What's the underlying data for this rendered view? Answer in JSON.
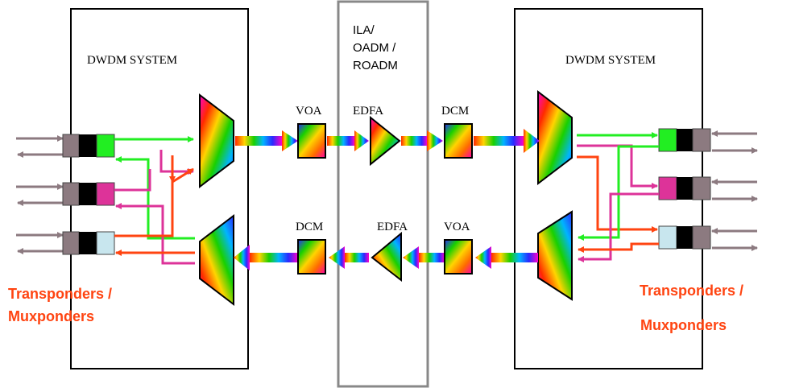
{
  "left_system": {
    "label": "DWDM SYSTEM",
    "caption_line1": "Transponders /",
    "caption_line2": "Muxponders"
  },
  "right_system": {
    "label": "DWDM SYSTEM",
    "caption_line1": "Transponders  /",
    "caption_line2": "Muxponders"
  },
  "middle_node": {
    "line1": "ILA/",
    "line2": "OADM /",
    "line3": "ROADM"
  },
  "top_path": {
    "voa": "VOA",
    "edfa": "EDFA",
    "dcm": "DCM"
  },
  "bottom_path": {
    "dcm": "DCM",
    "edfa": "EDFA",
    "voa": "VOA"
  },
  "colors": {
    "green": "#22ee22",
    "magenta": "#dd3399",
    "orange": "#ff4411",
    "lightblue": "#c8e6ee",
    "gray": "#8c7a80",
    "caption": "#ff4411"
  }
}
